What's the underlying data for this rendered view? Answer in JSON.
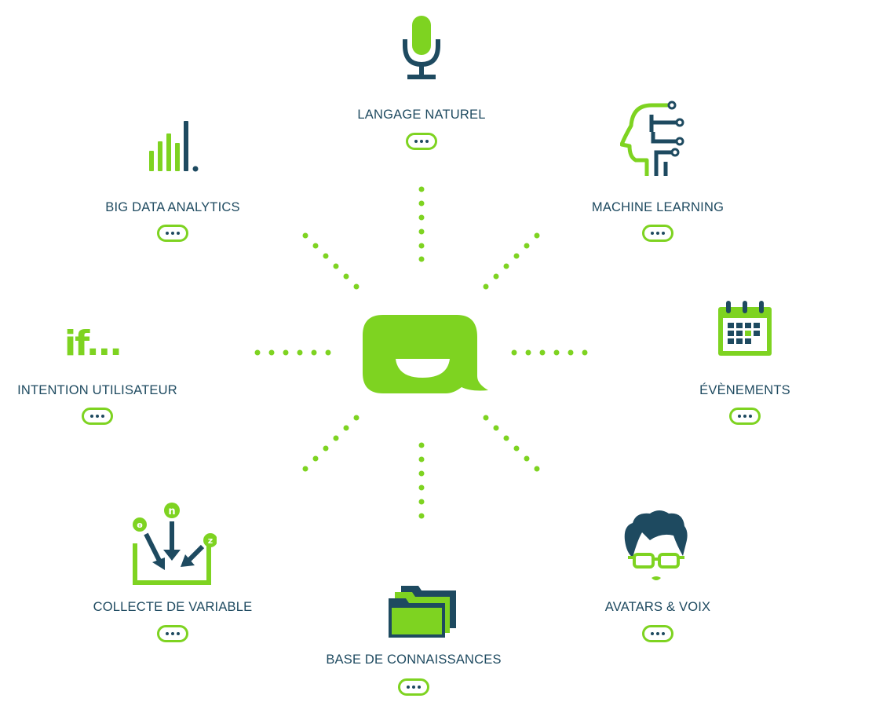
{
  "colors": {
    "accent": "#7ed321",
    "dark": "#1e4a60"
  },
  "center": {
    "icon": "speech-bubble-smile-logo"
  },
  "features": [
    {
      "id": "langage-naturel",
      "label": "LANGAGE NATUREL",
      "icon": "microphone-icon"
    },
    {
      "id": "machine-learning",
      "label": "MACHINE LEARNING",
      "icon": "circuit-head-icon"
    },
    {
      "id": "evenements",
      "label": "ÉVÈNEMENTS",
      "icon": "calendar-icon"
    },
    {
      "id": "avatars-voix",
      "label": "AVATARS & VOIX",
      "icon": "avatar-glasses-icon"
    },
    {
      "id": "base-connaissances",
      "label": "BASE DE CONNAISSANCES",
      "icon": "folders-icon"
    },
    {
      "id": "collecte-variable",
      "label": "COLLECTE DE VARIABLE",
      "icon": "collect-arrows-icon"
    },
    {
      "id": "intention-utilisateur",
      "label": "INTENTION UTILISATEUR",
      "icon": "if-text-icon",
      "icon_text": "if..."
    },
    {
      "id": "big-data-analytics",
      "label": "BIG DATA ANALYTICS",
      "icon": "bar-chart-icon"
    }
  ]
}
